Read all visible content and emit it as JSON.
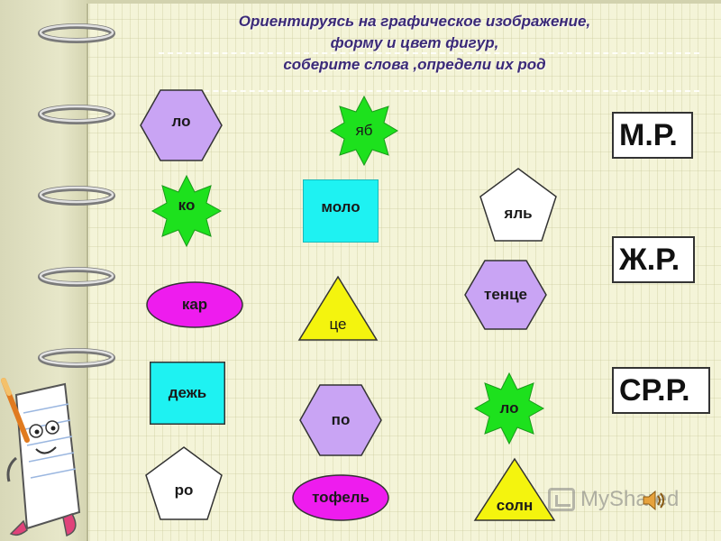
{
  "title": {
    "line1": "Ориентируясь на графическое изображение,",
    "line2": "форму и цвет фигур,",
    "line3": "соберите слова ,определи их род"
  },
  "categories": {
    "masculine": "М.Р.",
    "feminine": "Ж.Р.",
    "neuter": "СР.Р."
  },
  "pieces": {
    "lo_hexagon": "ло",
    "yab_star": "яб",
    "ko_star": "ко",
    "molo_square": "моло",
    "yal_pentagon": "яль",
    "kar_ellipse": "кар",
    "tse_triangle": "це",
    "tentse_hexagon": "тенце",
    "dezh_square": "дежь",
    "po_hexagon": "по",
    "lo_star": "ло",
    "ro_pentagon": "ро",
    "tofel_ellipse": "тофель",
    "soln_triangle": "солн"
  },
  "colors": {
    "lavender": "#c9a4f4",
    "green": "#1de11d",
    "cyan": "#1ef2f2",
    "magenta": "#ee1cee",
    "yellow": "#f4f40e",
    "white": "#ffffff"
  },
  "watermark": {
    "text": "MyShared"
  }
}
